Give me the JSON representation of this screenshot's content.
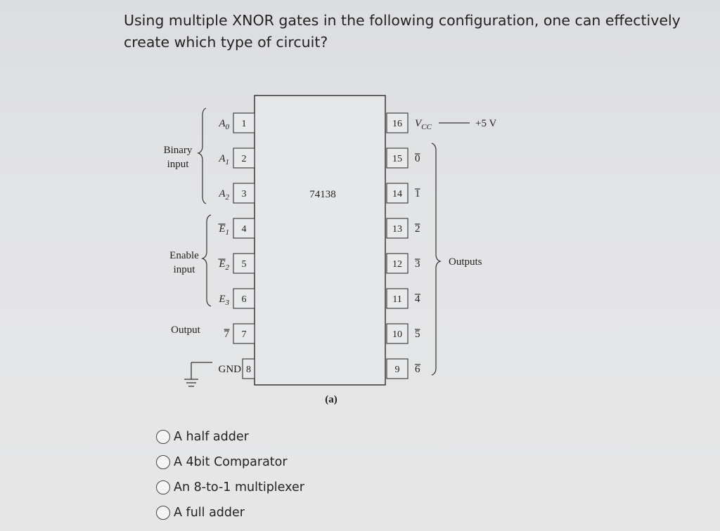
{
  "question": "Using multiple XNOR gates in the following configuration, one can effectively create which type of circuit?",
  "diagram": {
    "chip_label": "74138",
    "caption": "(a)",
    "group_binary": [
      "Binary",
      "input"
    ],
    "group_enable": [
      "Enable",
      "input"
    ],
    "group_output": "Output",
    "group_outputs": "Outputs",
    "supply": "+5 V",
    "left_pins": [
      {
        "name": "A",
        "sub": "0",
        "over": false,
        "num": "1"
      },
      {
        "name": "A",
        "sub": "1",
        "over": false,
        "num": "2"
      },
      {
        "name": "A",
        "sub": "2",
        "over": false,
        "num": "3"
      },
      {
        "name": "E",
        "sub": "1",
        "over": true,
        "num": "4"
      },
      {
        "name": "E",
        "sub": "2",
        "over": true,
        "num": "5"
      },
      {
        "name": "E",
        "sub": "3",
        "over": false,
        "num": "6"
      },
      {
        "name": "7",
        "sub": "",
        "over": true,
        "num": "7"
      },
      {
        "name": "GND",
        "sub": "",
        "over": false,
        "num": "8"
      }
    ],
    "right_pins": [
      {
        "num": "16",
        "name": "V",
        "sub": "CC",
        "over": false
      },
      {
        "num": "15",
        "name": "0",
        "sub": "",
        "over": true
      },
      {
        "num": "14",
        "name": "1",
        "sub": "",
        "over": true
      },
      {
        "num": "13",
        "name": "2",
        "sub": "",
        "over": true
      },
      {
        "num": "12",
        "name": "3",
        "sub": "",
        "over": true
      },
      {
        "num": "11",
        "name": "4",
        "sub": "",
        "over": true
      },
      {
        "num": "10",
        "name": "5",
        "sub": "",
        "over": true
      },
      {
        "num": "9",
        "name": "6",
        "sub": "",
        "over": true
      }
    ]
  },
  "options": [
    {
      "label": "A half adder"
    },
    {
      "label": "A 4bit Comparator"
    },
    {
      "label": "An 8-to-1 multiplexer"
    },
    {
      "label": "A full adder"
    }
  ]
}
